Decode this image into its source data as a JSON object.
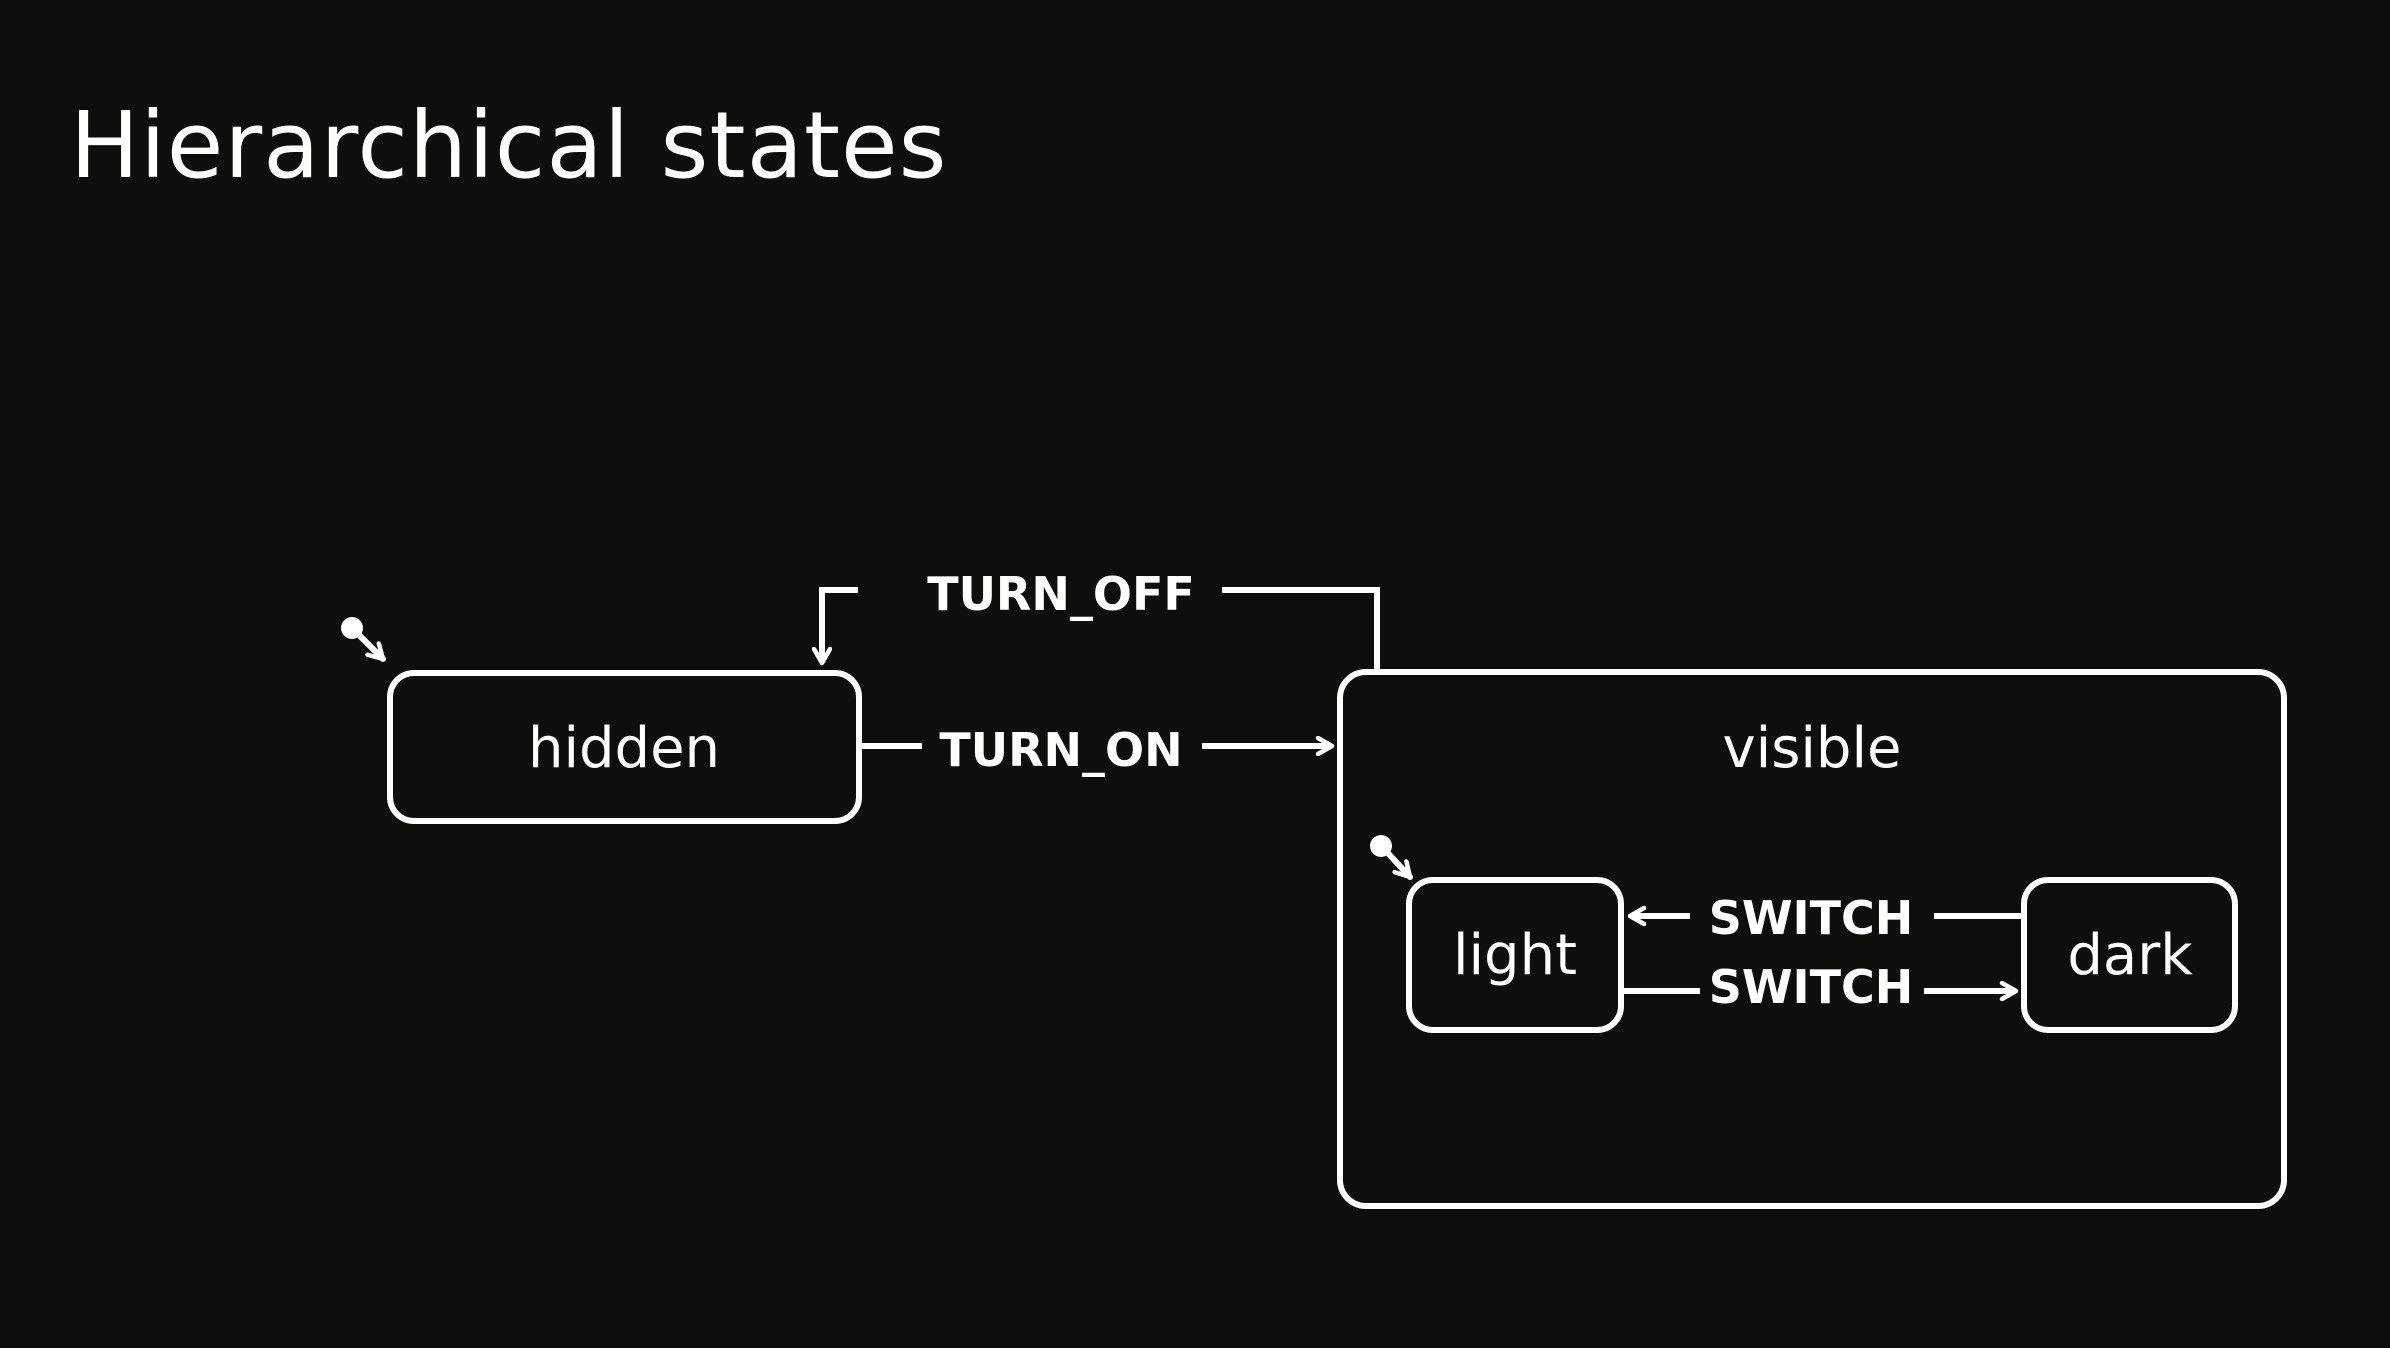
{
  "title": "Hierarchical states",
  "colors": {
    "background": "#0e0f0d",
    "foreground": "#ffffff"
  },
  "states": {
    "hidden": "hidden",
    "visible": "visible",
    "light": "light",
    "dark": "dark"
  },
  "events": {
    "turn_off": "TURN_OFF",
    "turn_on": "TURN_ON",
    "switch_to_light": "SWITCH",
    "switch_to_dark": "SWITCH"
  }
}
